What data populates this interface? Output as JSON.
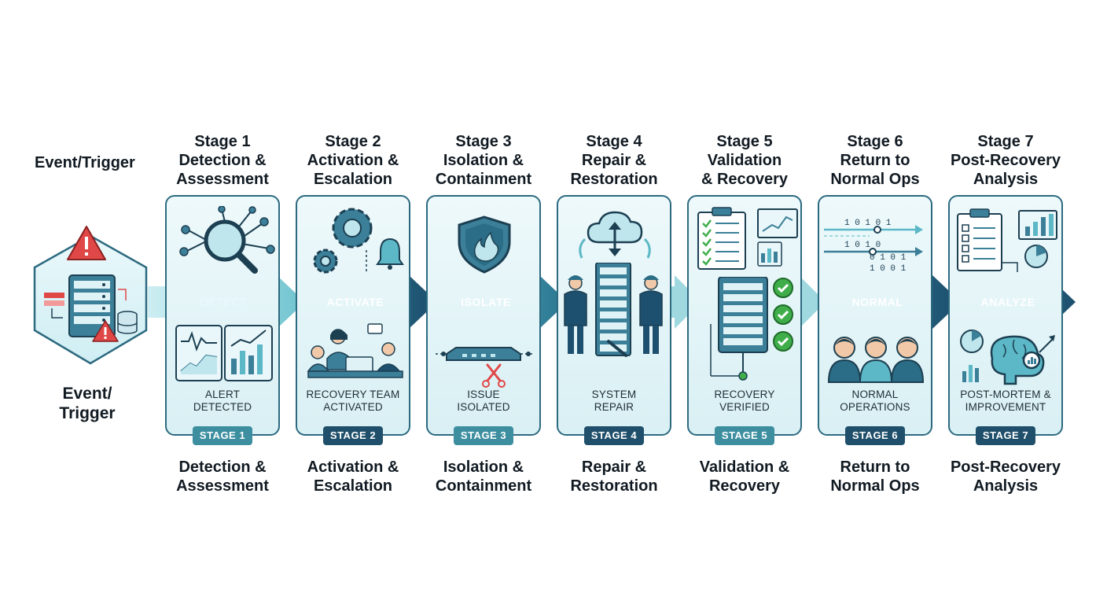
{
  "event": {
    "top_label": "Event/Trigger",
    "bottom_label_line1": "Event/",
    "bottom_label_line2": "Trigger"
  },
  "stages": [
    {
      "header": [
        "Stage 1",
        "Detection &",
        "Assessment"
      ],
      "arrow_label": "DETECT",
      "caption": [
        "ALERT",
        "DETECTED"
      ],
      "badge": "STAGE 1",
      "footer": [
        "Detection &",
        "Assessment"
      ],
      "icons": [
        "search-network-icon",
        "monitoring-charts-icon"
      ]
    },
    {
      "header": [
        "Stage 2",
        "Activation &",
        "Escalation"
      ],
      "arrow_label": "ACTIVATE",
      "caption": [
        "RECOVERY TEAM",
        "ACTIVATED"
      ],
      "badge": "STAGE 2",
      "footer": [
        "Activation &",
        "Escalation"
      ],
      "icons": [
        "gears-bell-icon",
        "team-meeting-icon"
      ]
    },
    {
      "header": [
        "Stage 3",
        "Isolation &",
        "Containment"
      ],
      "arrow_label": "ISOLATE",
      "caption": [
        "ISSUE",
        "ISOLATED"
      ],
      "badge": "STAGE 3",
      "footer": [
        "Isolation &",
        "Containment"
      ],
      "icons": [
        "shield-fire-icon",
        "network-switch-cut-icon"
      ]
    },
    {
      "header": [
        "Stage 4",
        "Repair &",
        "Restoration"
      ],
      "arrow_label": "",
      "caption": [
        "SYSTEM",
        "REPAIR"
      ],
      "badge": "STAGE 4",
      "footer": [
        "Repair &",
        "Restoration"
      ],
      "icons": [
        "cloud-sync-icon",
        "technicians-server-icon"
      ]
    },
    {
      "header": [
        "Stage 5",
        "Validation",
        "& Recovery"
      ],
      "arrow_label": "",
      "caption": [
        "RECOVERY",
        "VERIFIED"
      ],
      "badge": "STAGE 5",
      "footer": [
        "Validation &",
        "Recovery"
      ],
      "icons": [
        "checklist-charts-icon",
        "server-checks-icon"
      ]
    },
    {
      "header": [
        "Stage 6",
        "Return to",
        "Normal Ops"
      ],
      "arrow_label": "NORMAL",
      "caption": [
        "NORMAL",
        "OPERATIONS"
      ],
      "badge": "STAGE 6",
      "footer": [
        "Return to",
        "Normal Ops"
      ],
      "icons": [
        "binary-data-flow-icon",
        "people-icon"
      ]
    },
    {
      "header": [
        "Stage 7",
        "Post-Recovery",
        "Analysis"
      ],
      "arrow_label": "ANALYZE",
      "caption": [
        "POST-MORTEM &",
        "IMPROVEMENT"
      ],
      "badge": "STAGE 7",
      "footer": [
        "Post-Recovery",
        "Analysis"
      ],
      "icons": [
        "report-charts-icon",
        "brain-analytics-icon"
      ]
    }
  ],
  "colors": {
    "arrow_light": "#9fd8df",
    "arrow_mid": "#2f8ea2",
    "arrow_dark": "#1d4f6e",
    "alert_red": "#e04848",
    "badge_teal": "#3d8fa0",
    "badge_navy": "#1f4f6a",
    "check_green": "#3fae4a"
  }
}
